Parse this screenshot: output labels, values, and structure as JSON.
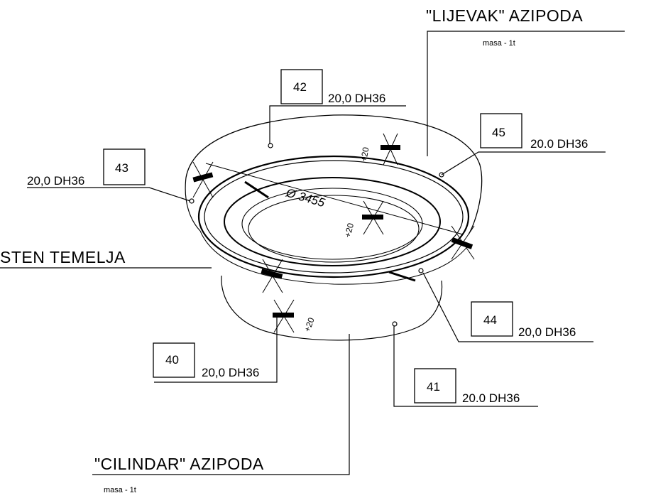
{
  "labels": {
    "funnel_title": "\"LIJEVAK\" AZIPODA",
    "funnel_mass": "masa - 1t",
    "cylinder_title": "\"CILINDAR\" AZIPODA",
    "cylinder_mass": "masa - 1t",
    "foundation_wall": "STEN TEMELJA",
    "diameter": "Ø 3455",
    "tolerance_1": "+20",
    "tolerance_2": "+20",
    "tolerance_3": "+20"
  },
  "callouts": [
    {
      "id": "40",
      "spec": "20,0 DH36"
    },
    {
      "id": "41",
      "spec": "20.0 DH36"
    },
    {
      "id": "42",
      "spec": "20,0 DH36"
    },
    {
      "id": "43",
      "spec": "20,0 DH36"
    },
    {
      "id": "44",
      "spec": "20,0 DH36"
    },
    {
      "id": "45",
      "spec": "20.0 DH36"
    }
  ]
}
